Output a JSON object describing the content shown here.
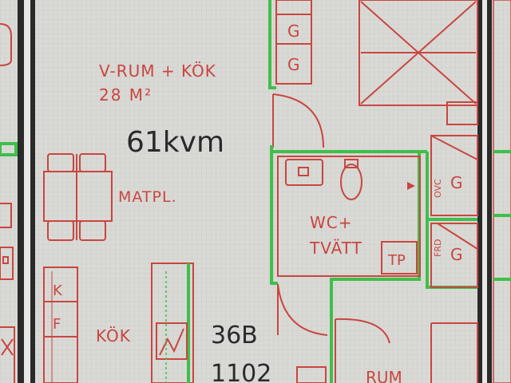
{
  "labels": {
    "room_title": "V-RUM + KÖK",
    "room_area": "28 M²",
    "total_area": "61kvm",
    "dining": "MATPL.",
    "wc_line1": "WC+",
    "wc_line2": "TVÄTT",
    "tp": "TP",
    "kitchen": "KÖK",
    "apt_code": "36B",
    "apt_number": "1102",
    "room_partial": "RUM",
    "cab_k": "K",
    "cab_f": "F",
    "g1": "G",
    "g2": "G",
    "g3": "G",
    "g4": "G",
    "ovc": "OVC",
    "frd": "FRD"
  },
  "colors": {
    "background": "#d9d9d6",
    "wall_lines": "#c9463f",
    "outline": "#3fbf4a",
    "dark_text": "#2a2a2a"
  }
}
